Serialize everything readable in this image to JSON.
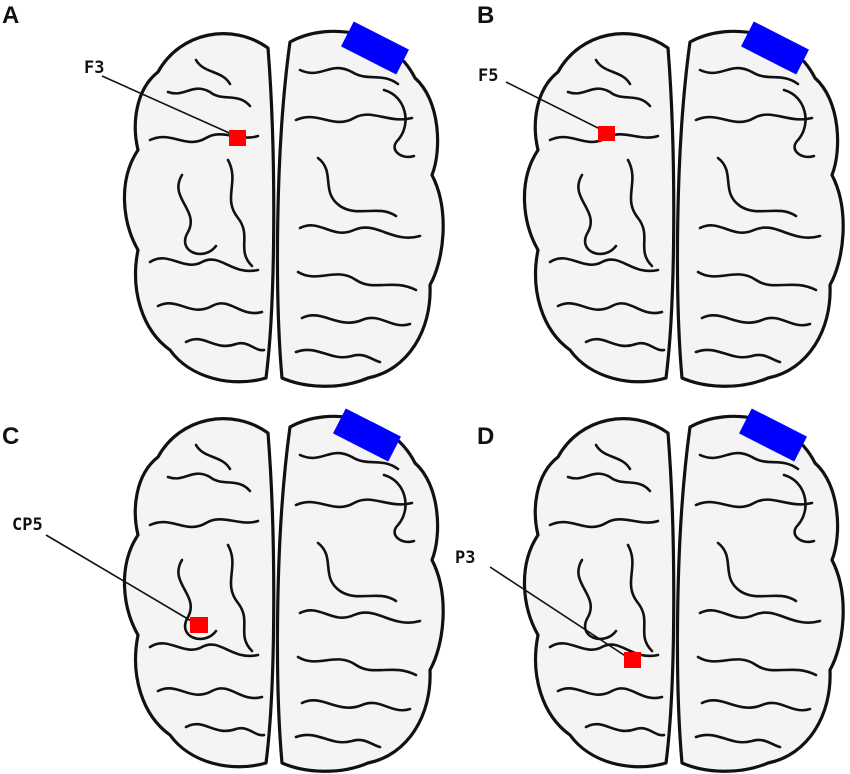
{
  "colors": {
    "target_electrode": "#ff0000",
    "reference_pad": "#0000ff",
    "outline": "#111111",
    "brain_fill": "#f4f4f4"
  },
  "panels": [
    {
      "letter": "A",
      "electrode": "F3"
    },
    {
      "letter": "B",
      "electrode": "F5"
    },
    {
      "letter": "C",
      "electrode": "CP5"
    },
    {
      "letter": "D",
      "electrode": "P3"
    }
  ]
}
